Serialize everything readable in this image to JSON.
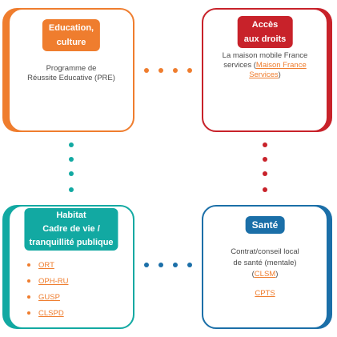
{
  "education": {
    "title_line1": "Education,",
    "title_line2": "culture",
    "text_line1": "Programme de",
    "text_line2": "Réussite Educative (PRE)"
  },
  "acces": {
    "title_line1": "Accès",
    "title_line2": "aux droits",
    "text_line1": "La maison mobile France",
    "text_line2_pre": "services (",
    "link_line2": "Maison France",
    "link_line3": "Services",
    "text_line3_post": ")"
  },
  "habitat": {
    "title_line1": "Habitat",
    "title_line2": "Cadre de vie /",
    "title_line3": "tranquillité publique",
    "links": [
      "ORT",
      "OPH-RU",
      "GUSP",
      "CLSPD"
    ]
  },
  "sante": {
    "title": "Santé",
    "text_line1": "Contrat/conseil local",
    "text_line2": "de santé (mentale)",
    "text_line3_pre": "(",
    "link_clsm": "CLSM",
    "text_line3_post": ")",
    "link_cpts": "CPTS"
  },
  "colors": {
    "education": "#ef7d2e",
    "acces": "#c8222a",
    "habitat": "#12a9a2",
    "sante": "#1b6fa8"
  }
}
